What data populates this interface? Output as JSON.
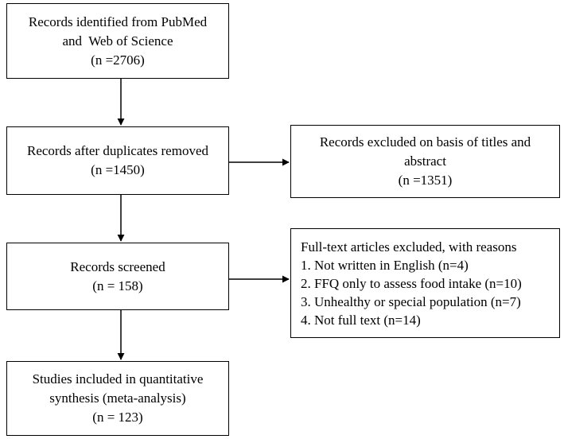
{
  "flow": {
    "identified": {
      "line1": "Records identified from PubMed",
      "line2": "and  Web of Science",
      "count": "(n =2706)"
    },
    "dedup": {
      "line1": "Records after duplicates removed",
      "count": "(n =1450)"
    },
    "excluded_titles": {
      "line1": "Records excluded on basis of titles and",
      "line2": "abstract",
      "count": "(n =1351)"
    },
    "screened": {
      "line1": "Records screened",
      "count": "(n = 158)"
    },
    "fulltext_excluded": {
      "header": "Full-text articles excluded, with reasons",
      "reasons": [
        "1. Not written in English (n=4)",
        "2. FFQ only to assess food intake (n=10)",
        "3. Unhealthy or special population (n=7)",
        "4. Not full text (n=14)"
      ]
    },
    "included": {
      "line1": "Studies included in quantitative",
      "line2": "synthesis (meta-analysis)",
      "count": "(n = 123)"
    }
  }
}
